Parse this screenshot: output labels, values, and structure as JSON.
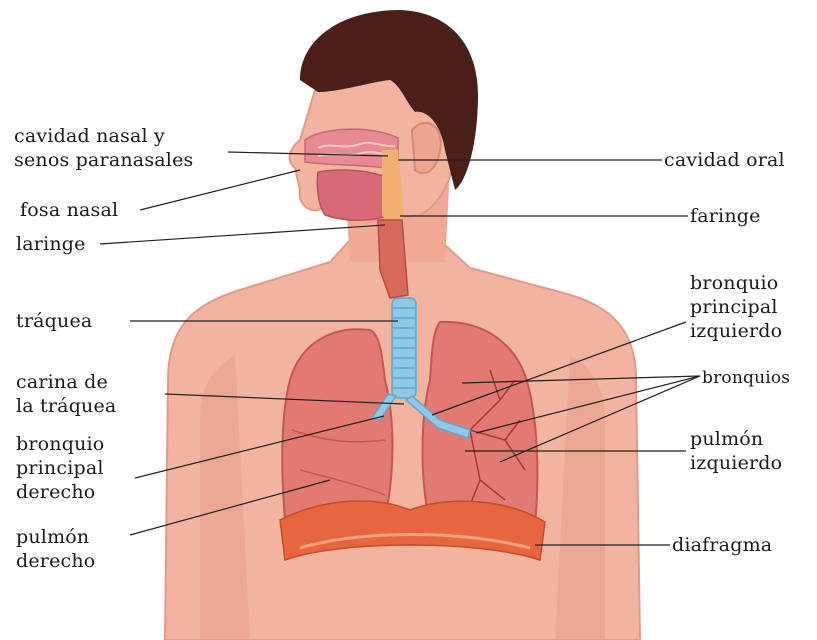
{
  "labels": {
    "cavidad_nasal": [
      "cavidad nasal y",
      "senos paranasales"
    ],
    "fosa_nasal": "fosa nasal",
    "laringe": "laringe",
    "traquea": "tráquea",
    "carina": [
      "carina de",
      "la tráquea"
    ],
    "bronquio_derecho": [
      "bronquio",
      "principal",
      "derecho"
    ],
    "pulmon_derecho": [
      "pulmón",
      "derecho"
    ],
    "cavidad_oral": "cavidad oral",
    "faringe": "faringe",
    "bronquio_izquierdo": [
      "bronquio",
      "principal",
      "izquierdo"
    ],
    "bronquios": "bronquios",
    "pulmon_izquierdo": [
      "pulmón",
      "izquierdo"
    ],
    "diafragma": "diafragma"
  },
  "colors": {
    "skin": "#f2b4a0",
    "skin_shade": "#e39a86",
    "hair": "#4a1f17",
    "lung": "#e07a72",
    "lung_dark": "#c5574f",
    "trachea": "#8fc9e6",
    "diaphragm": "#e8663f",
    "nasal": "#e88b90",
    "leader_line": "#222222"
  }
}
